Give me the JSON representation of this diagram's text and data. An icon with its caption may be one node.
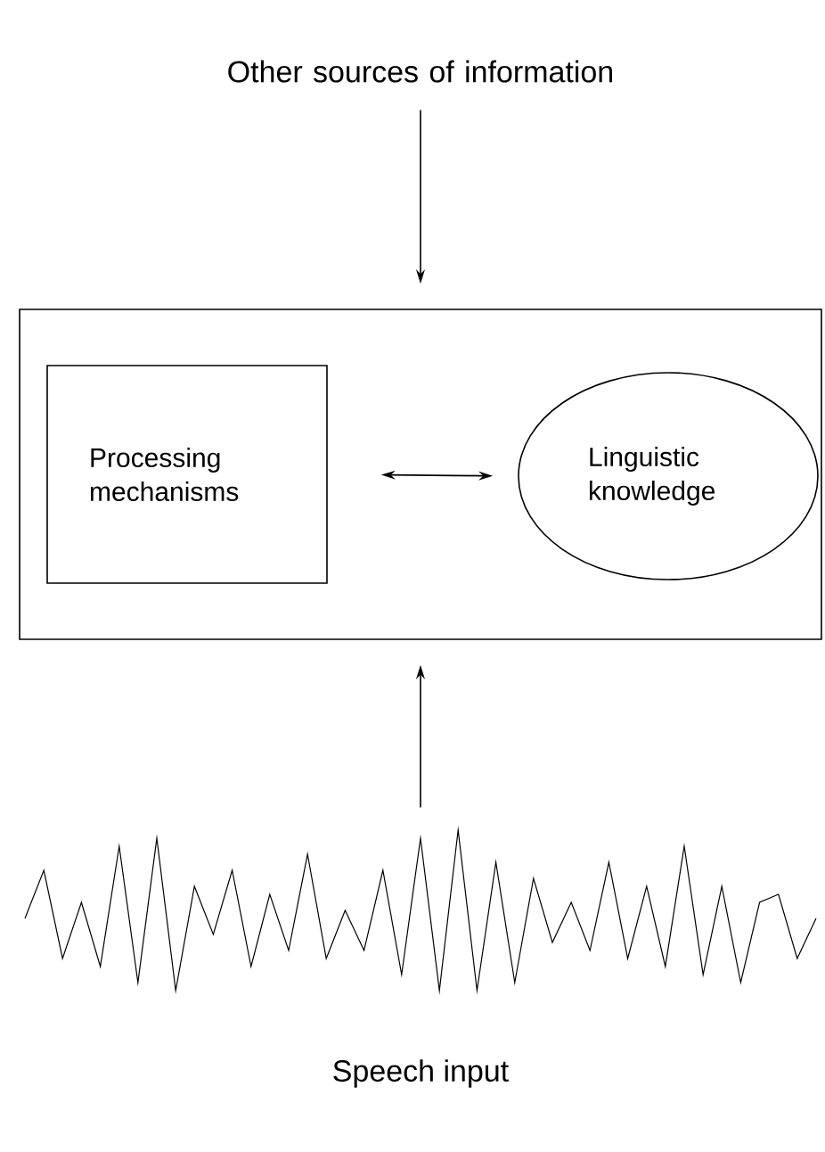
{
  "diagram": {
    "nodes": [
      {
        "text": [
          "Other sources of information"
        ]
      },
      {
        "text": [],
        "shape": "box"
      },
      {
        "text": [
          "Processing mechanisms"
        ],
        "in": 1
      },
      {
        "text": [
          "Linguistic knowledge"
        ],
        "in": 1
      },
      {
        "text": [],
        "shape": "picture",
        "beside": [
          "Speech input"
        ]
      }
    ],
    "edges": [
      {
        "from": 0,
        "to": 1,
        "arrow": "to"
      },
      {
        "from": 2,
        "to": 3,
        "arrow": "both"
      },
      {
        "from": 4,
        "to": 1,
        "arrow": "to"
      }
    ]
  }
}
